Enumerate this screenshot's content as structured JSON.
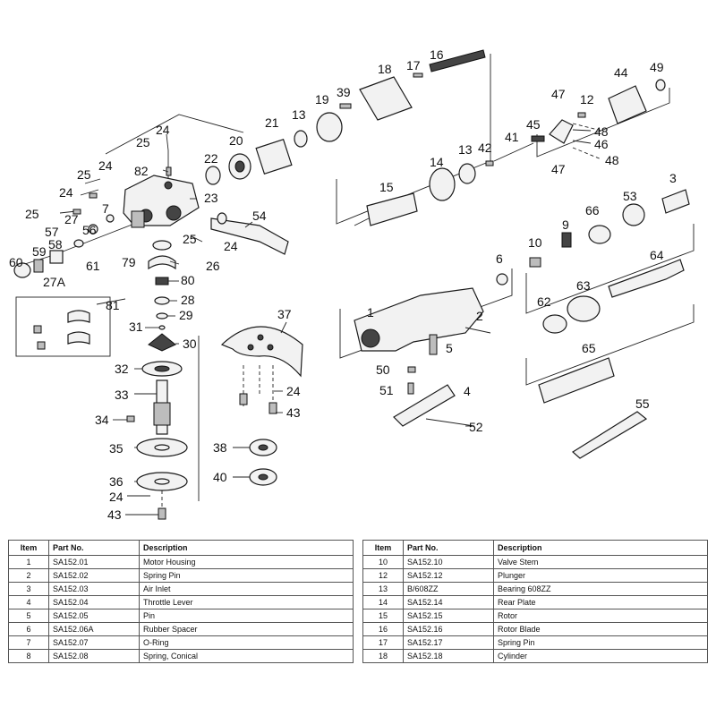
{
  "callouts": {
    "c24a": "24",
    "c25a": "25",
    "c82": "82",
    "c25b": "25",
    "c24b": "24",
    "c24c": "24",
    "c23": "23",
    "c25c": "25",
    "c7": "7",
    "c27": "27",
    "c56": "56",
    "c57": "57",
    "c58": "58",
    "c59": "59",
    "c60": "60",
    "c61": "61",
    "c79": "79",
    "c26": "26",
    "c25d": "25",
    "c24d": "24",
    "c27A": "27A",
    "c80": "80",
    "c81": "81",
    "c28": "28",
    "c29": "29",
    "c31": "31",
    "c30": "30",
    "c32": "32",
    "c33": "33",
    "c34": "34",
    "c35": "35",
    "c36": "36",
    "c24e": "24",
    "c43a": "43",
    "c22": "22",
    "c20": "20",
    "c21": "21",
    "c13a": "13",
    "c19": "19",
    "c39": "39",
    "c18": "18",
    "c17": "17",
    "c16": "16",
    "c54": "54",
    "c37": "37",
    "c24f": "24",
    "c43b": "43",
    "c38": "38",
    "c40": "40",
    "c44": "44",
    "c49": "49",
    "c47a": "47",
    "c12": "12",
    "c45": "45",
    "c48a": "48",
    "c46": "46",
    "c48b": "48",
    "c47b": "47",
    "c41": "41",
    "c42": "42",
    "c13b": "13",
    "c14": "14",
    "c15": "15",
    "c3": "3",
    "c53": "53",
    "c66": "66",
    "c10": "10",
    "c9": "9",
    "c6": "6",
    "c64": "64",
    "c63": "63",
    "c62": "62",
    "c1": "1",
    "c2": "2",
    "c5": "5",
    "c50": "50",
    "c51": "51",
    "c4": "4",
    "c52": "52",
    "c65": "65",
    "c55": "55"
  },
  "parts_table": {
    "headers": [
      "Item",
      "Part No.",
      "Description"
    ],
    "left": [
      [
        "1",
        "SA152.01",
        "Motor Housing"
      ],
      [
        "2",
        "SA152.02",
        "Spring Pin"
      ],
      [
        "3",
        "SA152.03",
        "Air Inlet"
      ],
      [
        "4",
        "SA152.04",
        "Throttle Lever"
      ],
      [
        "5",
        "SA152.05",
        "Pin"
      ],
      [
        "6",
        "SA152.06A",
        "Rubber Spacer"
      ],
      [
        "7",
        "SA152.07",
        "O-Ring"
      ],
      [
        "8",
        "SA152.08",
        "Spring, Conical"
      ]
    ],
    "right": [
      [
        "10",
        "SA152.10",
        "Valve Stem"
      ],
      [
        "12",
        "SA152.12",
        "Plunger"
      ],
      [
        "13",
        "B/608ZZ",
        "Bearing 608ZZ"
      ],
      [
        "14",
        "SA152.14",
        "Rear Plate"
      ],
      [
        "15",
        "SA152.15",
        "Rotor"
      ],
      [
        "16",
        "SA152.16",
        "Rotor Blade"
      ],
      [
        "17",
        "SA152.17",
        "Spring Pin"
      ],
      [
        "18",
        "SA152.18",
        "Cylinder"
      ]
    ]
  }
}
